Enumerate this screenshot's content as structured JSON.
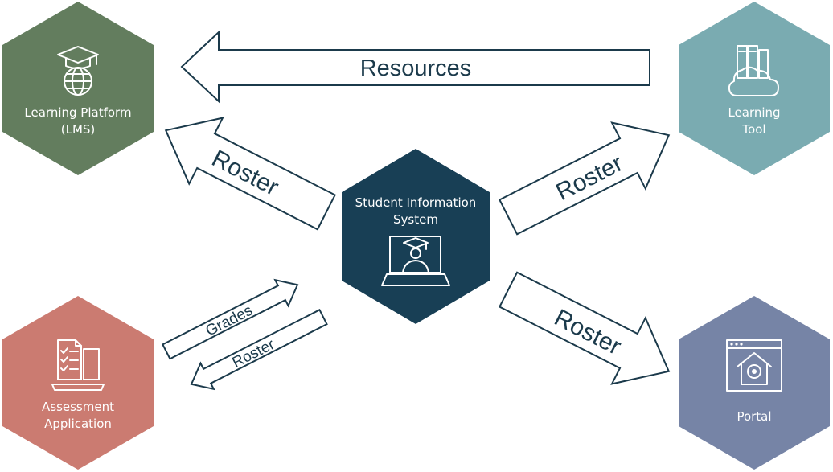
{
  "colors": {
    "lms": "#637d5e",
    "learning_tool": "#7aabb1",
    "sis": "#183f55",
    "assessment": "#cb7b71",
    "portal": "#7684a6",
    "arrow_stroke": "#1b3a4b",
    "arrow_text": "#1b3a4b"
  },
  "nodes": {
    "lms": {
      "line1": "Learning Platform",
      "line2": "(LMS)",
      "icon": "graduation-globe-icon"
    },
    "learning_tool": {
      "line1": "Learning",
      "line2": "Tool",
      "icon": "cloud-books-icon"
    },
    "sis": {
      "line1": "Student Information",
      "line2": "System",
      "icon": "laptop-graduate-icon"
    },
    "assessment": {
      "line1": "Assessment",
      "line2": "Application",
      "icon": "checklist-laptop-icon"
    },
    "portal": {
      "line1": "Portal",
      "icon": "browser-home-icon"
    }
  },
  "arrows": {
    "resources": "Resources",
    "roster_to_lms": "Roster",
    "roster_to_tool": "Roster",
    "roster_to_portal": "Roster",
    "grades_to_sis": "Grades",
    "roster_to_assessment": "Roster"
  }
}
